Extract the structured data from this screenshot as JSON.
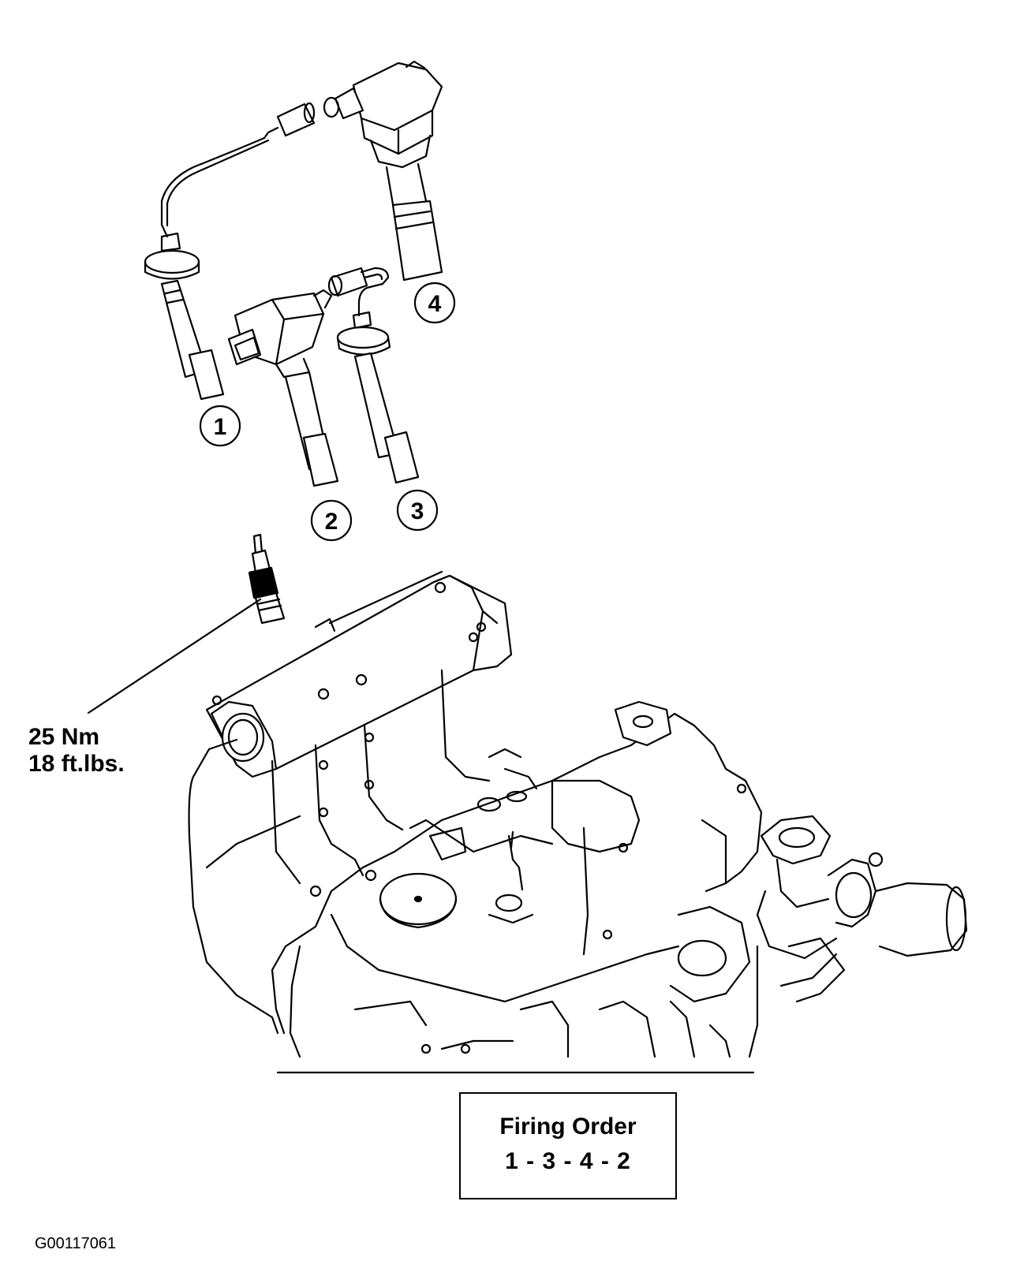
{
  "coil_numbers": [
    "1",
    "2",
    "3",
    "4"
  ],
  "torque": {
    "line1": "25 Nm",
    "line2": "18 ft.lbs."
  },
  "firing_order": {
    "title": "Firing Order",
    "sequence": "1 - 3 - 4 - 2"
  },
  "figure_id": "G00117061",
  "icons": [
    "ignition-coil-icon",
    "spark-plug-icon",
    "engine-block-icon"
  ]
}
